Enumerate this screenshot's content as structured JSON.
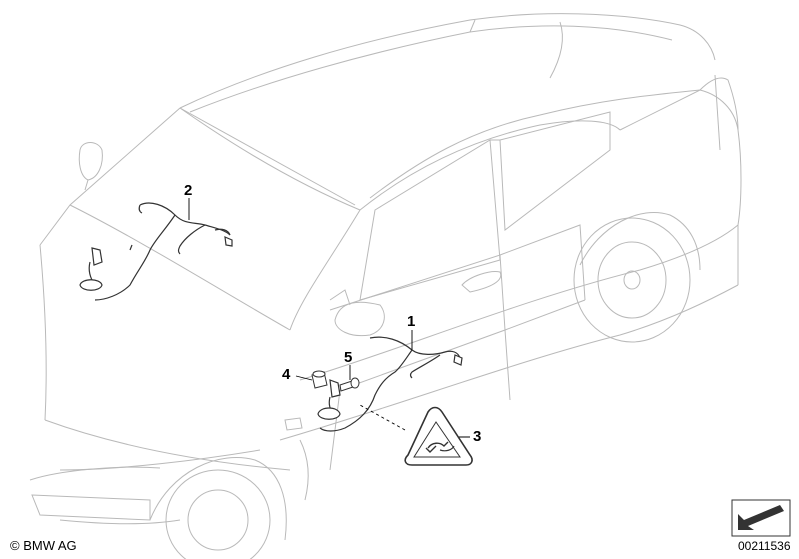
{
  "callouts": [
    {
      "id": "1",
      "label": "1"
    },
    {
      "id": "2",
      "label": "2"
    },
    {
      "id": "3",
      "label": "3"
    },
    {
      "id": "4",
      "label": "4"
    },
    {
      "id": "5",
      "label": "5"
    }
  ],
  "footer": {
    "copyright": "© BMW AG",
    "diagram_number": "00211536"
  }
}
